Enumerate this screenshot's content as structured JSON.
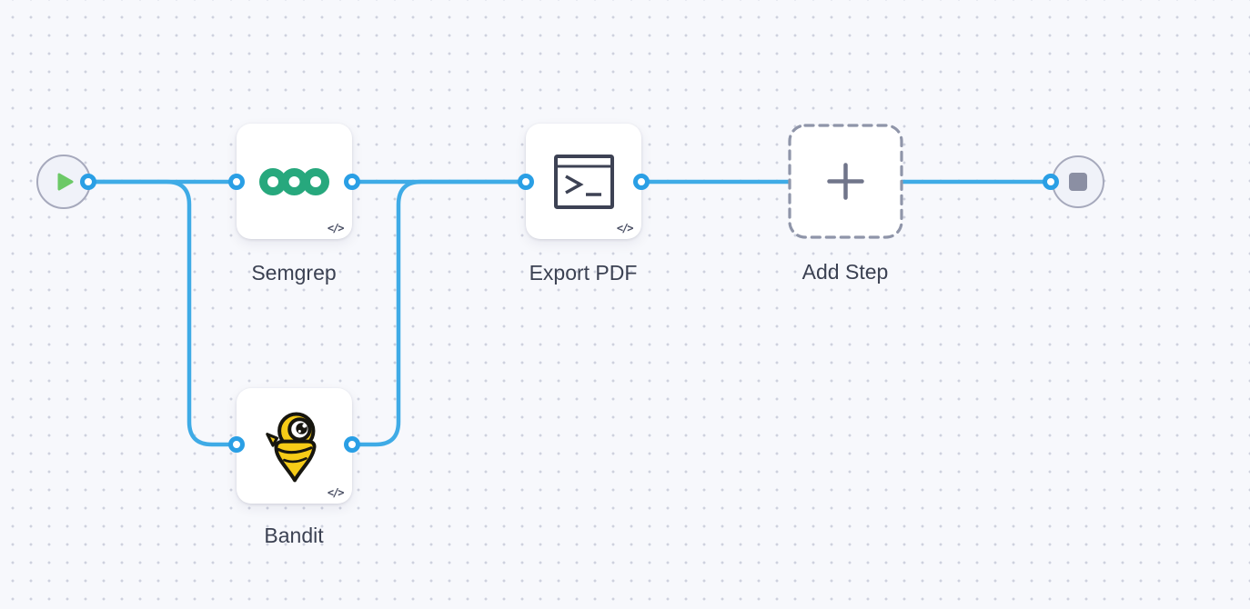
{
  "canvas": {
    "bg_color": "#f7f8fc",
    "dot_color": "#ced1de",
    "connector_color": "#3fabe6",
    "port_ring_color": "#2a9fe5"
  },
  "nodes": {
    "start": {
      "icon": "play-icon",
      "icon_color": "#6cc967"
    },
    "semgrep": {
      "label": "Semgrep",
      "badge": "</>",
      "icon": "semgrep-logo",
      "icon_color": "#27a87d"
    },
    "bandit": {
      "label": "Bandit",
      "badge": "</>",
      "icon": "bandit-logo",
      "icon_color": "#f6cb17"
    },
    "export_pdf": {
      "label": "Export PDF",
      "badge": "</>",
      "icon": "terminal-icon",
      "icon_color": "#3d4254"
    },
    "add_step": {
      "label": "Add Step",
      "icon": "plus-icon",
      "icon_color": "#70758a"
    },
    "end": {
      "icon": "stop-icon",
      "icon_color": "#8b8fa3"
    }
  },
  "connections": [
    {
      "from": "start",
      "to": "semgrep"
    },
    {
      "from": "start",
      "to": "bandit"
    },
    {
      "from": "semgrep",
      "to": "export_pdf"
    },
    {
      "from": "bandit",
      "to": "export_pdf"
    },
    {
      "from": "export_pdf",
      "to": "end"
    }
  ]
}
